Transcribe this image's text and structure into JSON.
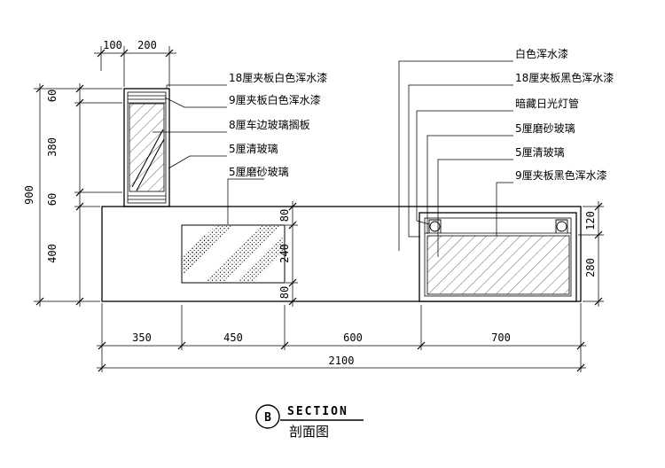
{
  "colors": {
    "line": "#000000",
    "background": "#ffffff"
  },
  "annotations_left": [
    "18厘夹板白色浑水漆",
    "9厘夹板白色浑水漆",
    "8厘车边玻璃搁板",
    "5厘清玻璃",
    "5厘磨砂玻璃"
  ],
  "annotations_right": [
    "白色浑水漆",
    "18厘夹板黑色浑水漆",
    "暗藏日光灯管",
    "5厘磨砂玻璃",
    "5厘清玻璃",
    "9厘夹板黑色浑水漆"
  ],
  "dimensions": {
    "top": [
      "100",
      "200"
    ],
    "left_chain": [
      "60",
      "380",
      "60",
      "400"
    ],
    "left_total": "900",
    "middle_chain": [
      "80",
      "240",
      "80"
    ],
    "right_chain": [
      "120",
      "280"
    ],
    "bottom_chain": [
      "350",
      "450",
      "600",
      "700"
    ],
    "bottom_total": "2100"
  },
  "title_block": {
    "bubble_letter": "B",
    "title_en": "SECTION",
    "title_zh": "剖面图"
  }
}
